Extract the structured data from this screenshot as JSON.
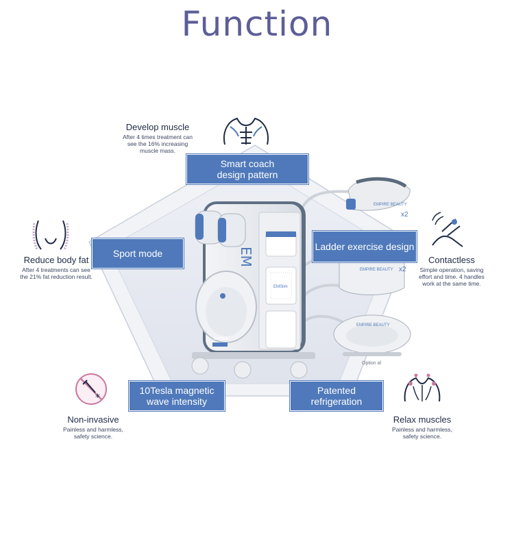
{
  "title": "Function",
  "buttons": {
    "smart_coach": "Smart coach\ndesign  pattern",
    "sport_mode": "Sport mode",
    "ladder": "Ladder exercise  design",
    "tesla": "10Tesla magnetic\nwave intensity",
    "refrigeration": "Patented\nrefrigeration"
  },
  "features": {
    "develop_muscle": {
      "heading": "Develop muscle",
      "desc": "After 4 times treatment can\nsee the 16% increasing\nmuscle mass."
    },
    "reduce_fat": {
      "heading": "Reduce body fat",
      "desc": "After 4 treatments can see\nthe 21% fat reduction result."
    },
    "contactless": {
      "heading": "Contactless",
      "desc": "Simple operation, saving\neffort and time. 4 handles\nwork at the same time."
    },
    "non_invasive": {
      "heading": "Non-invasive",
      "desc": "Painless and harmless,\nsafety science."
    },
    "relax_muscles": {
      "heading": "Relax muscles",
      "desc": "Painless and harmless,\nsafety science."
    }
  },
  "device": {
    "brand_small": "EMPIRE BEAUTY",
    "badge": "EMSlim",
    "big_letters": "EM",
    "qty1": "x2",
    "qty2": "x2",
    "option": "Option al"
  },
  "colors": {
    "accent": "#4f79ba",
    "title": "#5d5e97",
    "pentagon": "#e5e8f0"
  },
  "icons": [
    "torso-muscle-icon",
    "hips-icon",
    "hand-wave-icon",
    "no-needle-icon",
    "back-muscle-icon"
  ]
}
